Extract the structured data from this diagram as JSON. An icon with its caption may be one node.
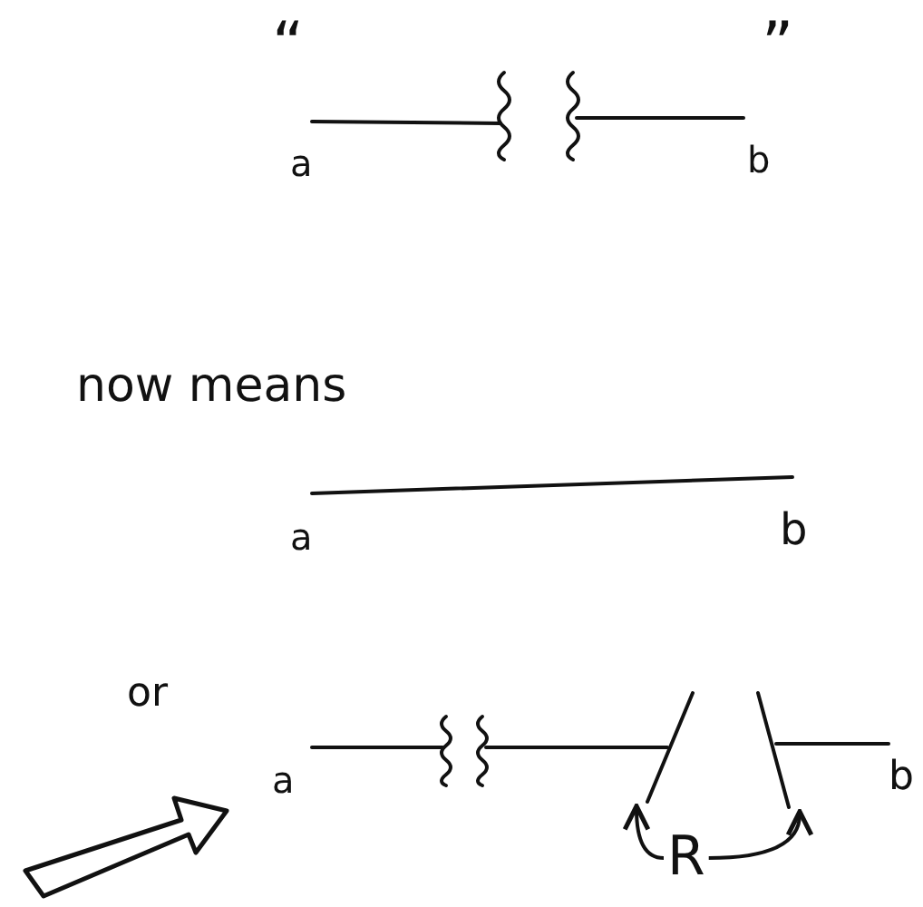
{
  "diagram": {
    "nodes": [
      {
        "text": [
          "R"
        ]
      },
      {
        "text": [],
        "shape": "line"
      },
      {
        "text": [],
        "shape": "line"
      }
    ],
    "edges": [
      {
        "from": 0,
        "to": 1,
        "arrow": "to"
      },
      {
        "from": 0,
        "to": 2,
        "arrow": "to"
      }
    ],
    "labels": [
      "“",
      "”",
      "a",
      "b",
      "now means",
      "a",
      "b",
      "or",
      "a",
      "b"
    ]
  }
}
